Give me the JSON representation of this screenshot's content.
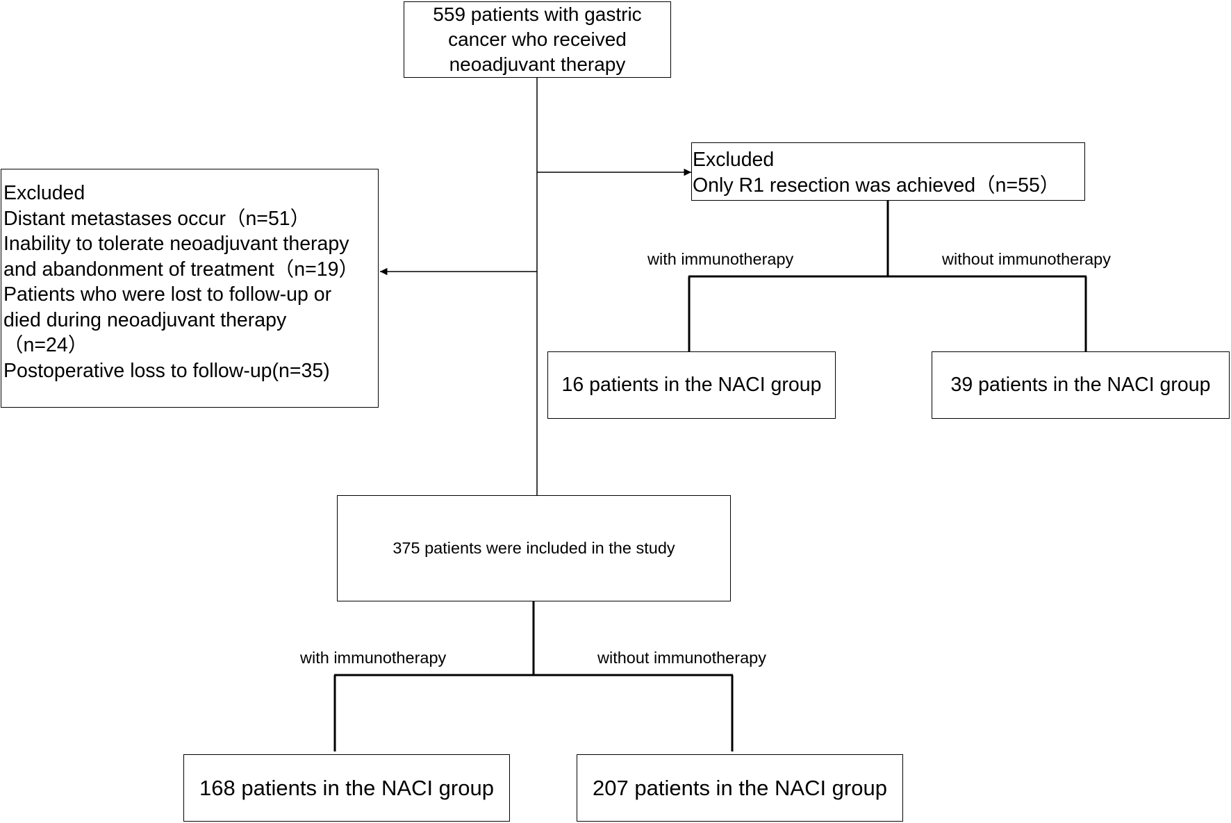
{
  "nodes": {
    "start": {
      "lines": [
        "559 patients with gastric",
        "cancer who received",
        "neoadjuvant therapy"
      ]
    },
    "excluded_left": {
      "lines": [
        "Excluded",
        "Distant metastases occur（n=51）",
        "Inability to tolerate neoadjuvant therapy",
        "and abandonment of treatment（n=19）",
        "Patients who were lost to follow-up or",
        "died during neoadjuvant therapy",
        "（n=24）",
        "Postoperative loss to follow-up(n=35)"
      ]
    },
    "excluded_right": {
      "lines": [
        "Excluded",
        "Only R1 resection was achieved（n=55）"
      ]
    },
    "r1_with": {
      "text": "16 patients in the NACI group"
    },
    "r1_without": {
      "text": "39 patients in the NACI group"
    },
    "included": {
      "text": "375 patients were included in the study"
    },
    "with": {
      "text": "168 patients in the NACI group"
    },
    "without": {
      "text": "207 patients in the NACI group"
    }
  },
  "branch_labels": {
    "r1_with": "with immunotherapy",
    "r1_without": "without immunotherapy",
    "with": "with immunotherapy",
    "without": "without immunotherapy"
  }
}
